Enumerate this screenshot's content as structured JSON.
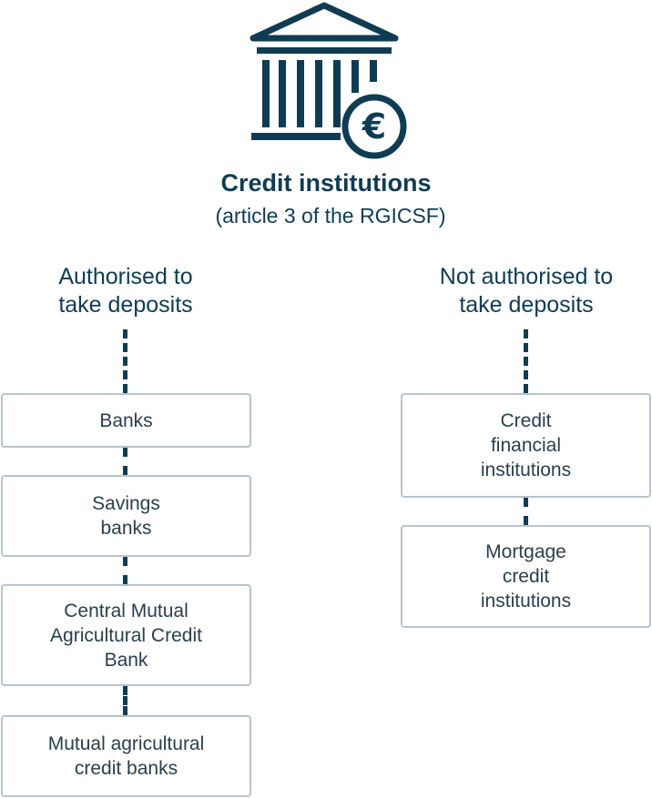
{
  "icon": {
    "name": "bank-euro-icon",
    "color": "#0f3c52"
  },
  "header": {
    "title": "Credit institutions",
    "subtitle": "(article 3 of the RGICSF)"
  },
  "left": {
    "heading_line1": "Authorised to",
    "heading_line2": "take deposits",
    "boxes": [
      {
        "lines": [
          "Banks"
        ]
      },
      {
        "lines": [
          "Savings",
          "banks"
        ]
      },
      {
        "lines": [
          "Central Mutual",
          "Agricultural Credit",
          "Bank"
        ]
      },
      {
        "lines": [
          "Mutual agricultural",
          "credit banks"
        ]
      }
    ]
  },
  "right": {
    "heading_line1": "Not authorised to",
    "heading_line2": "take deposits",
    "boxes": [
      {
        "lines": [
          "Credit",
          "financial",
          "institutions"
        ]
      },
      {
        "lines": [
          "Mortgage",
          "credit",
          "institutions"
        ]
      }
    ]
  },
  "colors": {
    "primary": "#0f3c52",
    "box_border": "#b9c4cc"
  }
}
